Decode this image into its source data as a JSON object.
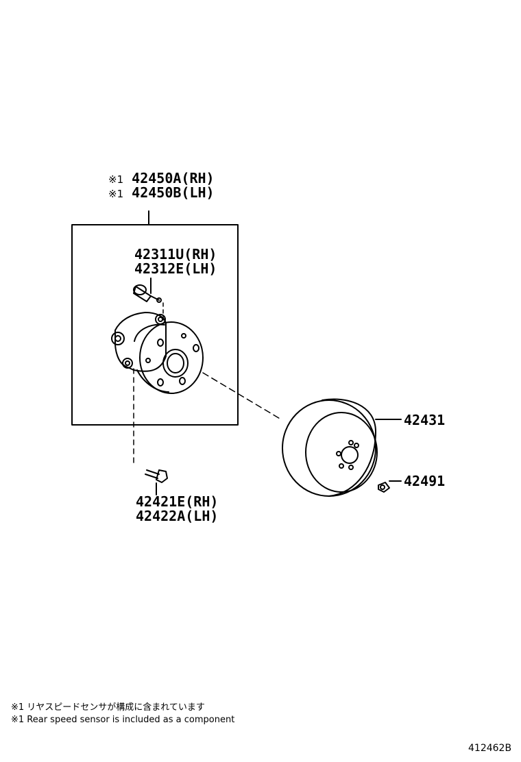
{
  "diagram": {
    "hub_assembly": {
      "mark": "※1",
      "part_rh": "42450A(RH)",
      "part_lh": "42450B(LH)"
    },
    "sensor": {
      "part_rh": "42311U(RH)",
      "part_lh": "42312E(LH)"
    },
    "hub_bolt": {
      "part_rh": "42421E(RH)",
      "part_lh": "42422A(LH)"
    },
    "disc": {
      "part": "42431"
    },
    "screw": {
      "part": "42491"
    },
    "notes": {
      "jp": "※1 リヤスピードセンサが構成に含まれています",
      "en": "※1 Rear speed sensor is included as a component"
    },
    "ref_number": "412462B"
  }
}
